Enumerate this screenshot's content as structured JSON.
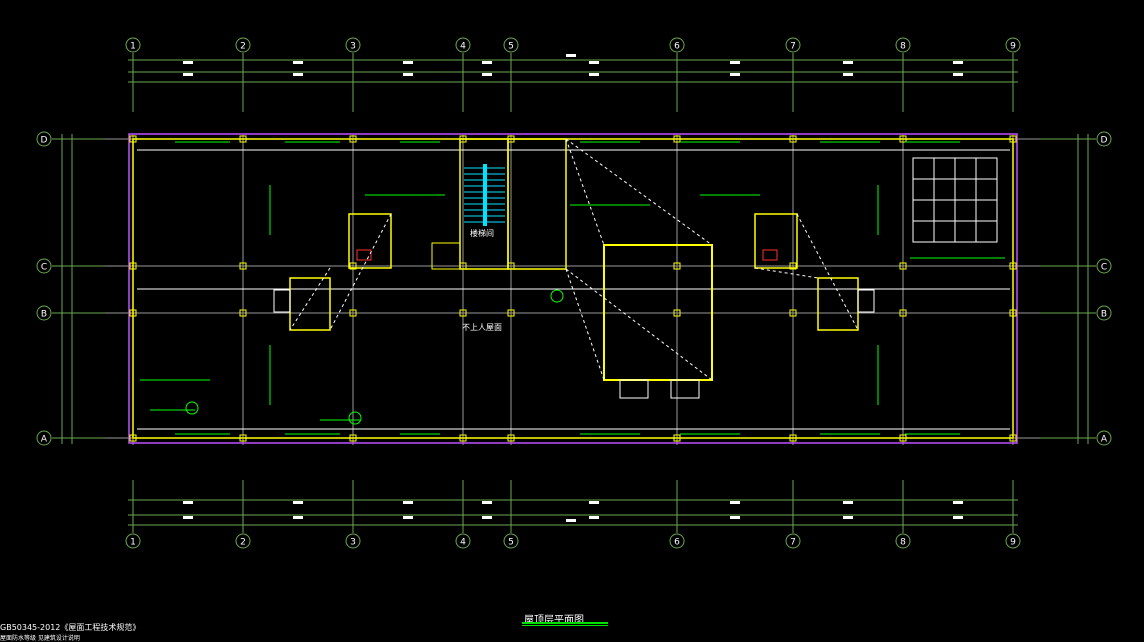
{
  "drawing": {
    "title": "屋顶层平面图",
    "roof_label": "不上人屋面",
    "stair_label": "楼梯间",
    "notes": [
      "GB50345-2012《屋面工程技术规范》",
      "屋面防水等级 见建筑设计说明"
    ]
  },
  "axes": {
    "columns": [
      "1",
      "2",
      "3",
      "4",
      "5",
      "6",
      "7",
      "8",
      "9"
    ],
    "rows": [
      "D",
      "C",
      "B",
      "A"
    ]
  },
  "colors": {
    "grid": "#6aa84f",
    "wall": "#ffff00",
    "parapet": "#c050ff",
    "stair": "#00e5ff",
    "leader": "#00ff00",
    "axis_line": "#9a9a9a"
  }
}
